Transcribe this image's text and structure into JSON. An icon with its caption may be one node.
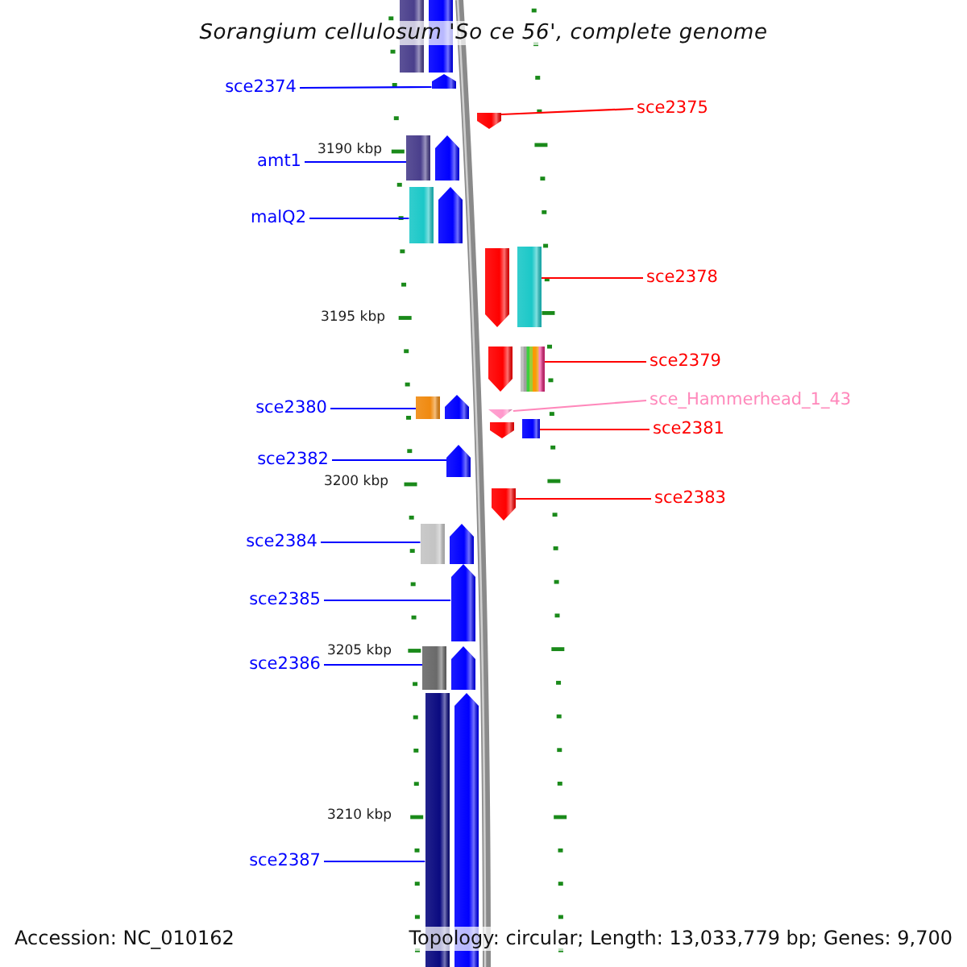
{
  "diagram": {
    "title": "Sorangium cellulosum 'So ce 56', complete genome",
    "nodes": [
      {
        "text": [
          "sce2374"
        ]
      },
      {
        "text": [
          "sce2375"
        ]
      },
      {
        "text": [
          "amt1"
        ]
      },
      {
        "text": [
          "malQ2"
        ]
      },
      {
        "text": [
          "sce2378"
        ]
      },
      {
        "text": [
          "sce2379"
        ]
      },
      {
        "text": [
          "sce_Hammerhead_1_43"
        ]
      },
      {
        "text": [
          "sce2380"
        ]
      },
      {
        "text": [
          "sce2381"
        ]
      },
      {
        "text": [
          "sce2382"
        ]
      },
      {
        "text": [
          "sce2383"
        ]
      },
      {
        "text": [
          "sce2384"
        ]
      },
      {
        "text": [
          "sce2385"
        ]
      },
      {
        "text": [
          "sce2386"
        ]
      },
      {
        "text": [
          "sce2387"
        ]
      },
      {
        "text": [],
        "shape": "arrow"
      },
      {
        "text": [],
        "shape": "arrow"
      },
      {
        "text": [],
        "shape": "bar"
      },
      {
        "text": [],
        "shape": "bar"
      },
      {
        "text": [],
        "shape": "bar"
      },
      {
        "text": [],
        "shape": "bar"
      },
      {
        "text": [],
        "shape": "arrow"
      },
      {
        "text": [],
        "shape": "bar"
      },
      {
        "text": [],
        "shape": "bar"
      },
      {
        "text": [],
        "shape": "arrow"
      },
      {
        "text": [],
        "shape": "arrow"
      },
      {
        "text": [],
        "shape": "bar"
      },
      {
        "text": [],
        "shape": "arrow"
      },
      {
        "text": [],
        "shape": "bar"
      },
      {
        "text": [],
        "shape": "bar"
      },
      {
        "text": [],
        "shape": "bar"
      },
      {
        "text": [],
        "shape": "bar"
      },
      {
        "text": [],
        "shape": "arrow"
      },
      {
        "text": [],
        "shape": "arrow"
      },
      {
        "text": [],
        "shape": "arrow"
      },
      {
        "text": [],
        "shape": "arrow"
      },
      {
        "text": [],
        "shape": "arrow"
      },
      {
        "text": [],
        "shape": "arrow"
      },
      {
        "text": [],
        "shape": "arrow"
      },
      {
        "text": [],
        "shape": "arrow"
      },
      {
        "text": [],
        "shape": "arrow"
      }
    ],
    "edges": [
      {
        "from": 0,
        "to": 15,
        "arrow": "none"
      },
      {
        "from": 1,
        "to": 16,
        "arrow": "none",
        "color": "#ff0000"
      },
      {
        "from": 2,
        "to": 17,
        "arrow": "none"
      },
      {
        "from": 3,
        "to": 18,
        "arrow": "none"
      },
      {
        "from": 4,
        "to": 19,
        "arrow": "none",
        "color": "#ff0000"
      },
      {
        "from": 5,
        "to": 20,
        "arrow": "none",
        "color": "#ff0000"
      },
      {
        "from": 6,
        "to": 21,
        "arrow": "none",
        "color": "#ff88bb"
      },
      {
        "from": 7,
        "to": 22,
        "arrow": "none"
      },
      {
        "from": 8,
        "to": 23,
        "arrow": "none",
        "color": "#ff0000"
      },
      {
        "from": 9,
        "to": 24,
        "arrow": "none"
      },
      {
        "from": 10,
        "to": 25,
        "arrow": "none",
        "color": "#ff0000"
      },
      {
        "from": 11,
        "to": 26,
        "arrow": "none"
      },
      {
        "from": 12,
        "to": 27,
        "arrow": "none"
      },
      {
        "from": 13,
        "to": 28,
        "arrow": "none"
      },
      {
        "from": 14,
        "to": 29,
        "arrow": "none"
      }
    ],
    "labels": [
      "3190 kbp",
      "3195 kbp",
      "3200 kbp",
      "3205 kbp",
      "3210 kbp",
      "Accession: NC_010162",
      "Topology: circular; Length: 13,033,779 bp; Genes: 9,700"
    ]
  }
}
